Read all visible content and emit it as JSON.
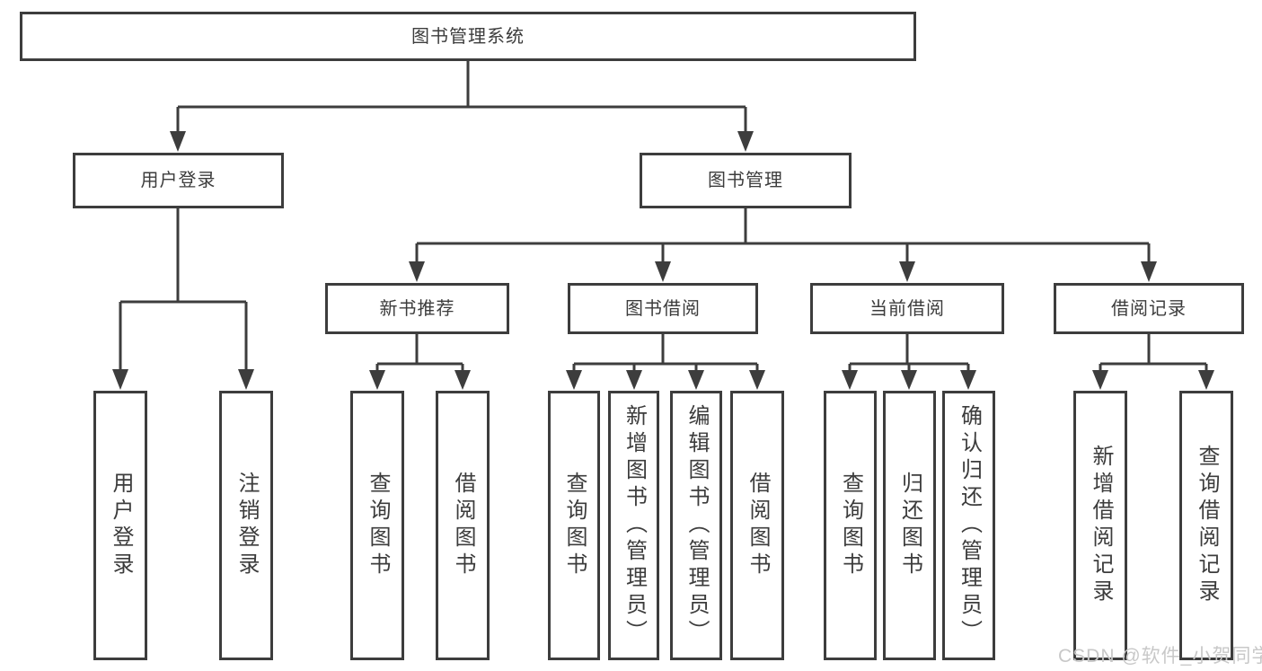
{
  "diagram": {
    "type": "hierarchy-tree",
    "colors": {
      "line": "#3d3d3d",
      "box_border": "#3d3d3d",
      "text": "#3c3c3c",
      "background": "#ffffff",
      "watermark": "#c8c8c8"
    },
    "hierarchy": {
      "图书管理系统": {
        "用户登录": [
          "用户登录",
          "注销登录"
        ],
        "图书管理": {
          "新书推荐": [
            "查询图书",
            "借阅图书"
          ],
          "图书借阅": [
            "查询图书",
            "新增图书（管理员）",
            "编辑图书（管理员）",
            "借阅图书"
          ],
          "当前借阅": [
            "查询图书",
            "归还图书",
            "确认归还（管理员）"
          ],
          "借阅记录": [
            "新增借阅记录",
            "查询借阅记录"
          ]
        }
      }
    }
  },
  "nodes": {
    "root": {
      "label": "图书管理系统"
    },
    "user_login": {
      "label": "用户登录"
    },
    "book_management": {
      "label": "图书管理"
    },
    "new_book_recommend": {
      "label": "新书推荐"
    },
    "book_borrowing": {
      "label": "图书借阅"
    },
    "current_borrowing": {
      "label": "当前借阅"
    },
    "borrowing_records": {
      "label": "借阅记录"
    },
    "leaf_user_login": {
      "label": "用户登录"
    },
    "leaf_logout": {
      "label": "注销登录"
    },
    "leaf_query_books_1": {
      "label": "查询图书"
    },
    "leaf_borrow_books_1": {
      "label": "借阅图书"
    },
    "leaf_query_books_2": {
      "label": "查询图书"
    },
    "leaf_add_books_admin": {
      "label": "新增图书（管理员）"
    },
    "leaf_edit_books_admin": {
      "label": "编辑图书（管理员）"
    },
    "leaf_borrow_books_2": {
      "label": "借阅图书"
    },
    "leaf_query_books_3": {
      "label": "查询图书"
    },
    "leaf_return_books": {
      "label": "归还图书"
    },
    "leaf_confirm_return_admin": {
      "label": "确认归还（管理员）"
    },
    "leaf_add_borrow_record": {
      "label": "新增借阅记录"
    },
    "leaf_query_borrow_record": {
      "label": "查询借阅记录"
    }
  },
  "watermark": "CSDN @软件_小贺同学"
}
